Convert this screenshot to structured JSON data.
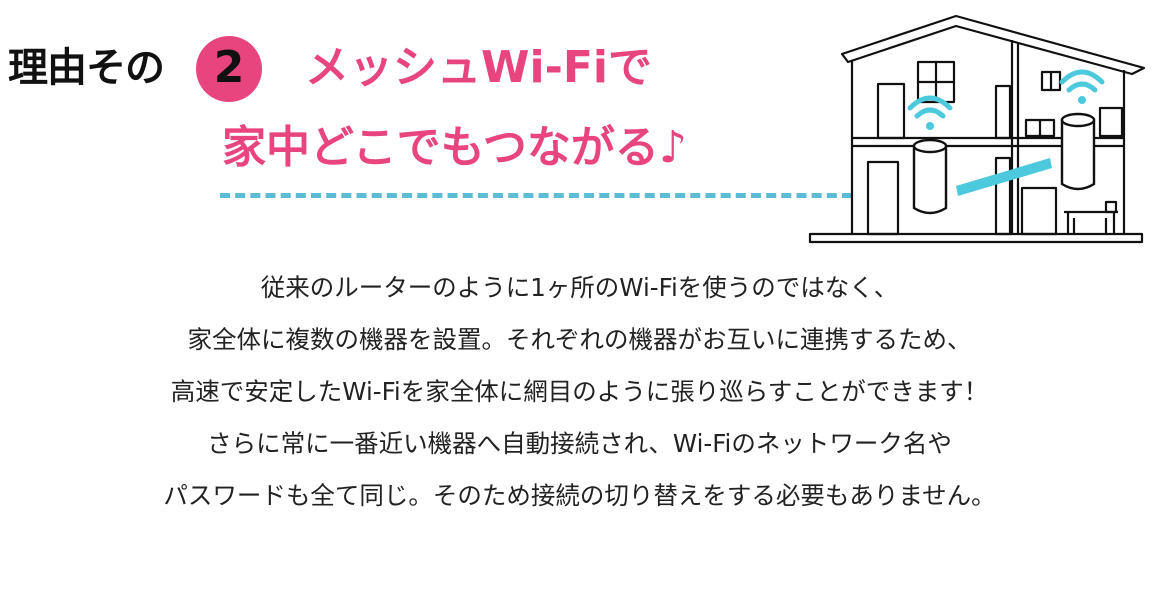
{
  "header": {
    "reason_label": "理由その",
    "reason_number": "2",
    "headline_line1": "メッシュWi-Fiで",
    "headline_line2": "家中どこでもつながる♪"
  },
  "body": {
    "lines": [
      "従来のルーターのように1ヶ所のWi-Fiを使うのではなく、",
      "家全体に複数の機器を設置。それぞれの機器がお互いに連携するため、",
      "高速で安定したWi-Fiを家全体に網目のように張り巡らすことができます！",
      "さらに常に一番近い機器へ自動接続され、Wi-Fiのネットワーク名や",
      "パスワードも全て同じ。そのため接続の切り替えをする必要もありません。"
    ]
  },
  "colors": {
    "accent_pink": "#e8457f",
    "accent_cyan": "#5bbcd4",
    "wifi_cyan": "#4cc9dc",
    "text": "#222222"
  },
  "icons": [
    "house-illustration",
    "wifi-icon",
    "mesh-router-icon"
  ]
}
